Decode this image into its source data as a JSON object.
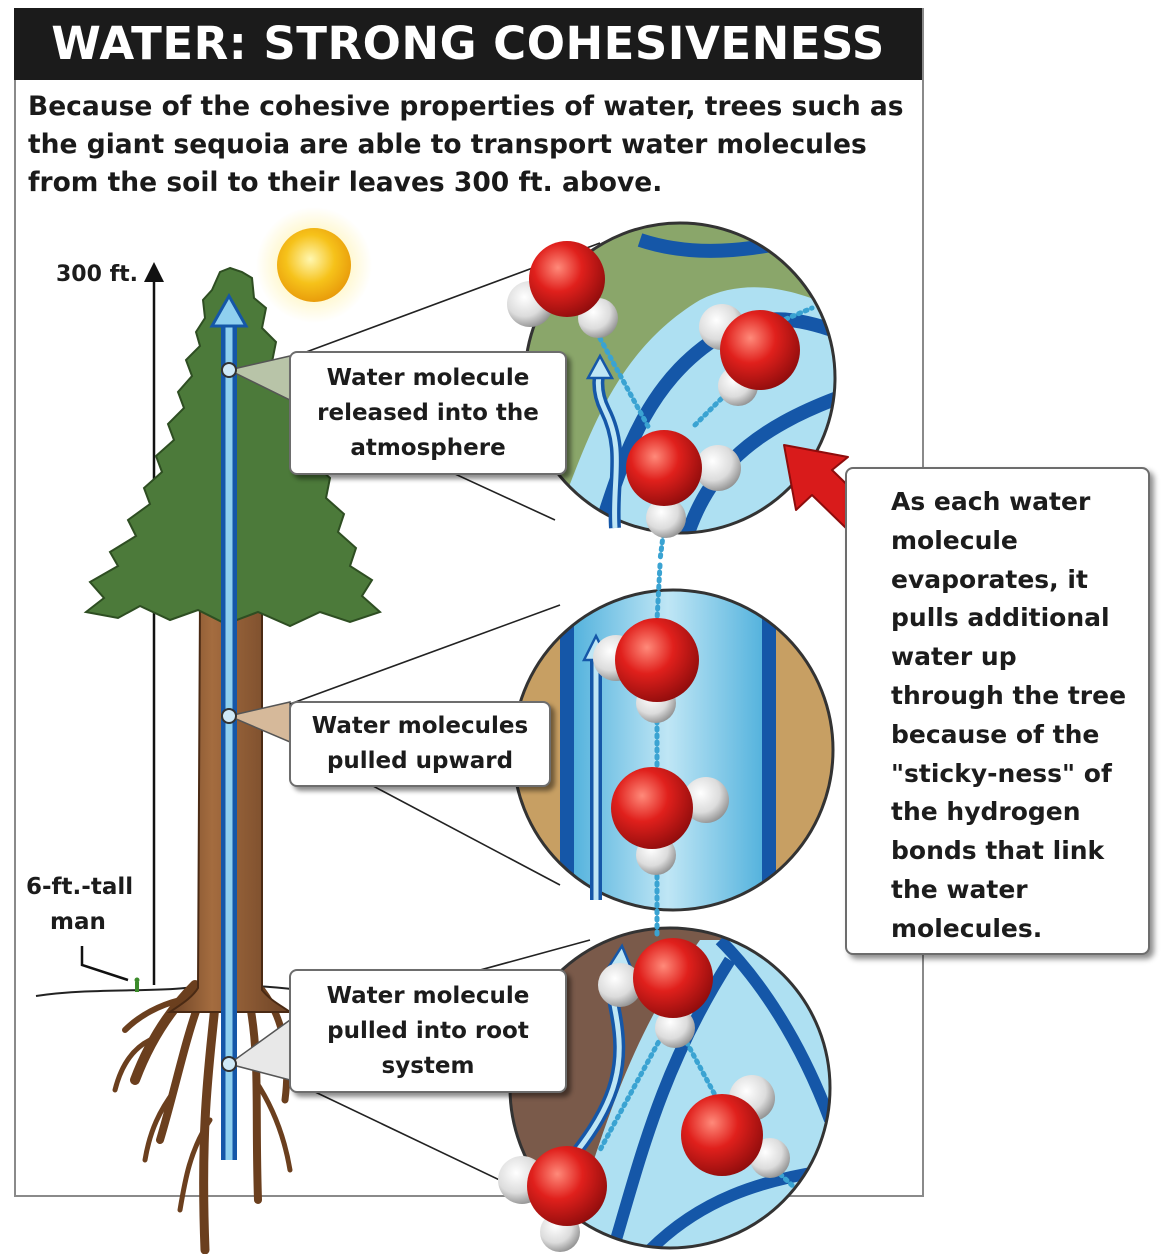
{
  "title": "WATER: STRONG COHESIVENESS",
  "intro": "Because of the cohesive properties of water, trees such as the giant sequoia are able to transport water molecules from the soil to their leaves 300 ft. above.",
  "height_label": "300 ft.",
  "man_label_line1": "6-ft.-tall",
  "man_label_line2": "man",
  "callouts": {
    "top": [
      "Water molecule",
      "released into the",
      "atmosphere"
    ],
    "middle": [
      "Water molecules",
      "pulled upward"
    ],
    "bottom": [
      "Water molecule",
      "pulled into root",
      "system"
    ]
  },
  "side_note": [
    "As each water",
    "molecule",
    "evaporates, it",
    "pulls additional",
    "water up",
    "through the tree",
    "because of the",
    "\"sticky-ness\" of",
    "the hydrogen",
    "bonds that link",
    "the water",
    "molecules."
  ],
  "colors": {
    "foliage": "#4c7a3a",
    "trunk": "#8a5a34",
    "water": "#7ec8e8",
    "vessel": "#1557a8",
    "oxygen": "#d81e1e",
    "hydrogen": "#e9e9e9",
    "arrow": "#d91b1b"
  }
}
